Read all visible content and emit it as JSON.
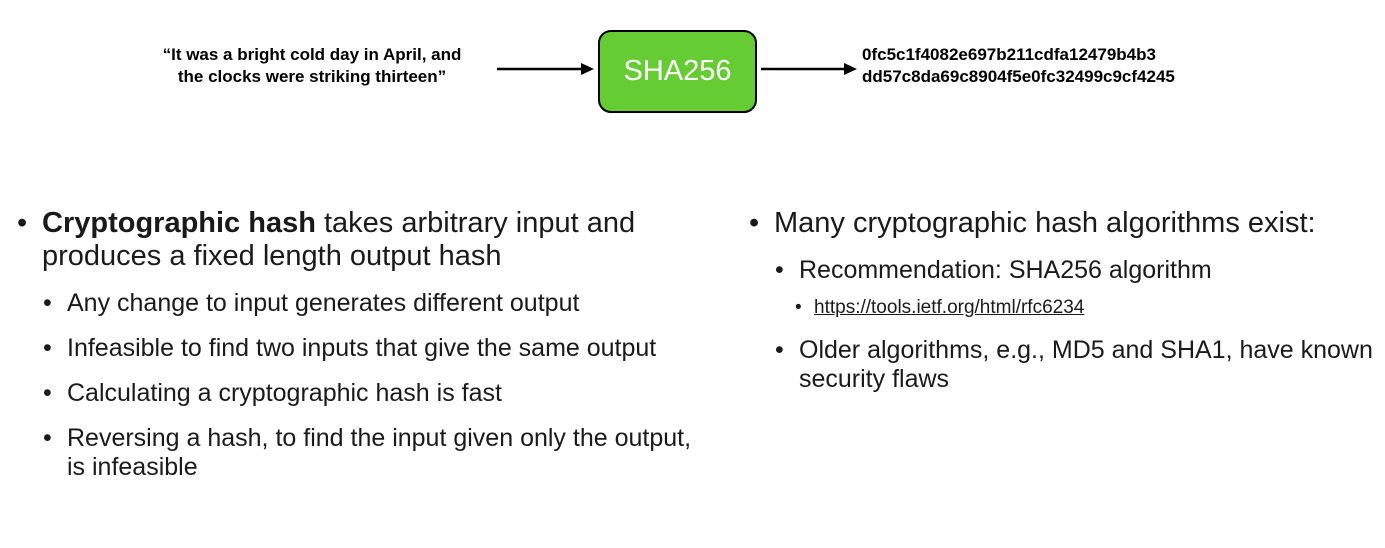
{
  "diagram": {
    "input_line1": "“It was a bright cold day in April, and",
    "input_line2": "the clocks were striking thirteen”",
    "function_label": "SHA256",
    "output_line1": "0fc5c1f4082e697b211cdfa12479b4b3",
    "output_line2": "dd57c8da69c8904f5e0fc32499c9cf4245",
    "box_color": "#66cc33"
  },
  "left": {
    "main": {
      "bold": "Cryptographic hash",
      "rest": " takes arbitrary input and produces a fixed length output hash"
    },
    "subs": [
      "Any change to input generates different output",
      "Infeasible to find two inputs that give the same output",
      "Calculating a cryptographic hash is fast",
      "Reversing a hash, to find the input given only the output, is infeasible"
    ]
  },
  "right": {
    "main": "Many cryptographic hash algorithms exist:",
    "sub1": "Recommendation: SHA256 algorithm",
    "link": "https://tools.ietf.org/html/rfc6234",
    "sub2": "Older algorithms, e.g., MD5 and SHA1, have known security flaws"
  },
  "bullet_glyph": "•"
}
